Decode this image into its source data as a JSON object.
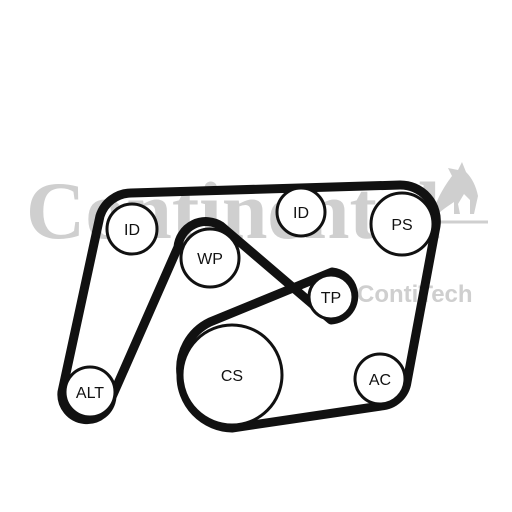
{
  "watermark": {
    "brand": "Continental",
    "sub_brand": "ContiTech",
    "color": "#cfcfcf"
  },
  "belt_color": "#111111",
  "pulleys": [
    {
      "id": "alt",
      "label": "ALT"
    },
    {
      "id": "id-left",
      "label": "ID"
    },
    {
      "id": "wp",
      "label": "WP"
    },
    {
      "id": "id-right",
      "label": "ID"
    },
    {
      "id": "ps",
      "label": "PS"
    },
    {
      "id": "tp",
      "label": "TP"
    },
    {
      "id": "cs",
      "label": "CS"
    },
    {
      "id": "ac",
      "label": "AC"
    }
  ]
}
